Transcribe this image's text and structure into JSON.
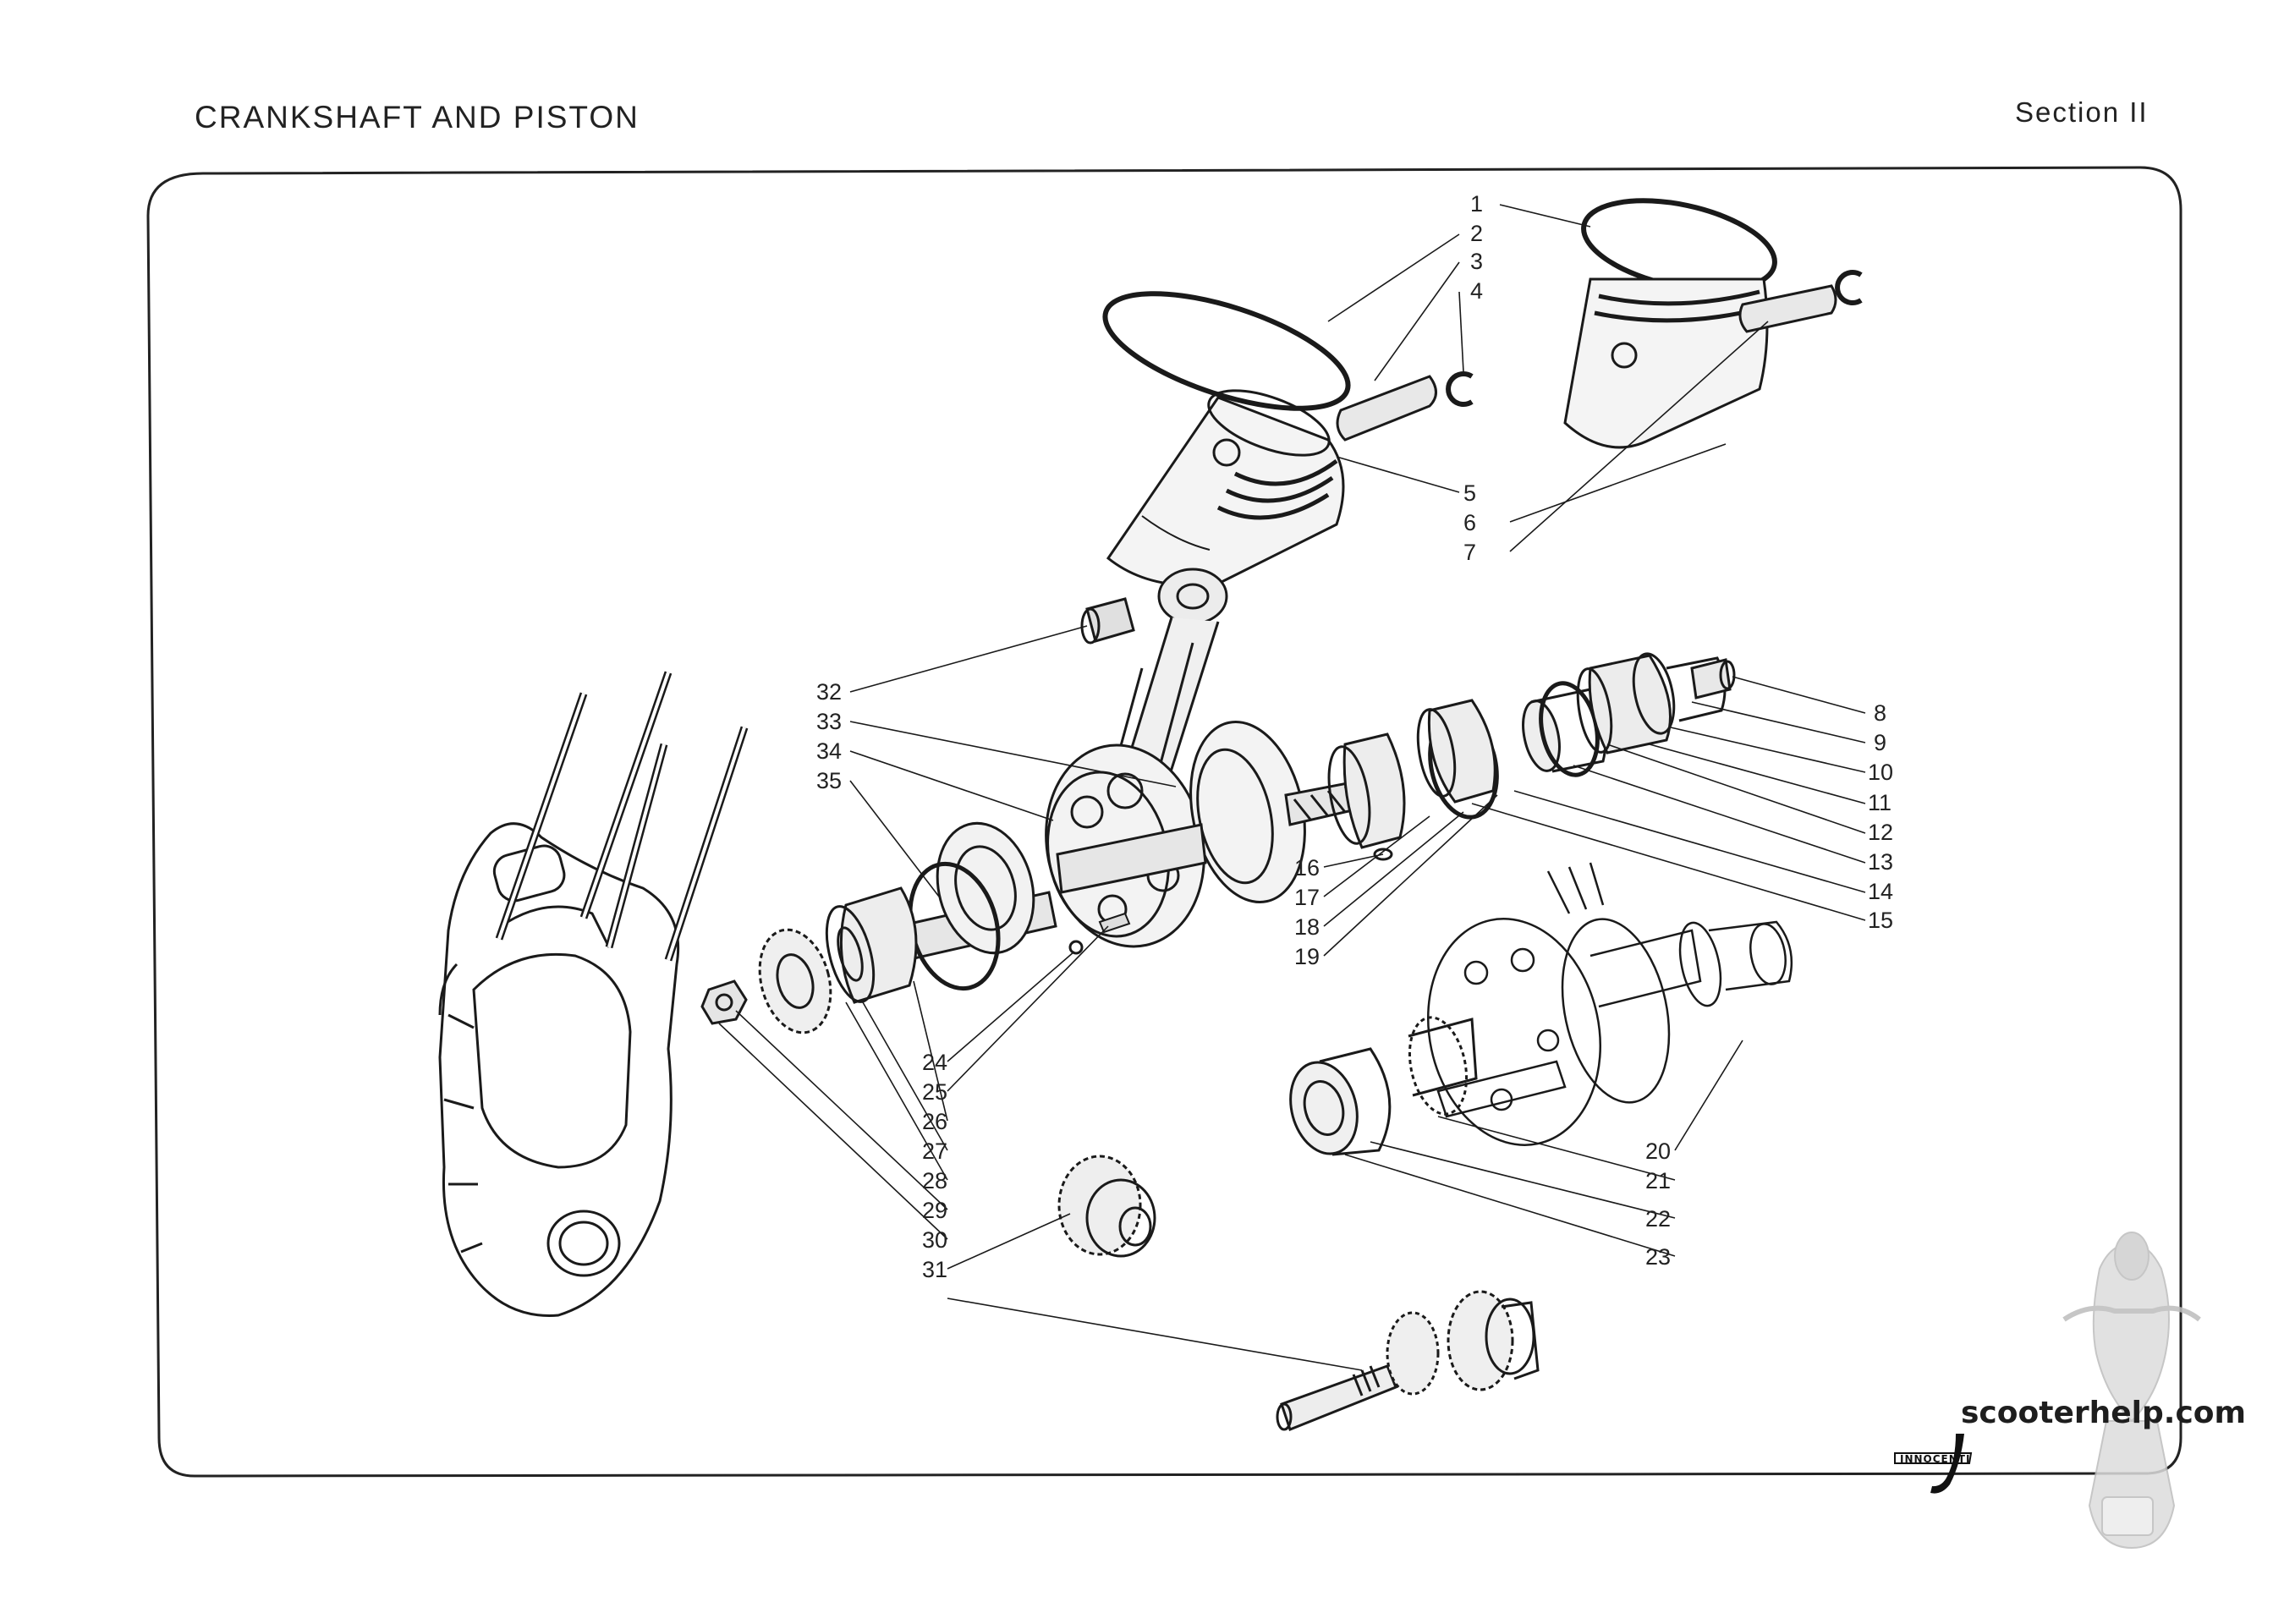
{
  "header": {
    "title": "CRANKSHAFT AND PISTON",
    "section": "Section II"
  },
  "diagram": {
    "callouts": [
      "1",
      "2",
      "3",
      "4",
      "5",
      "6",
      "7",
      "8",
      "9",
      "10",
      "11",
      "12",
      "13",
      "14",
      "15",
      "16",
      "17",
      "18",
      "19",
      "20",
      "21",
      "22",
      "23",
      "24",
      "25",
      "26",
      "27",
      "28",
      "29",
      "30",
      "31",
      "32",
      "33",
      "34",
      "35"
    ]
  },
  "footer": {
    "brand_logo": "INNOCENTI",
    "watermark": "scooterhelp.com"
  },
  "colors": {
    "ink": "#1a1a1a",
    "paper": "#ffffff",
    "frame": "#222222"
  },
  "icons": [
    "piston-icon",
    "piston-ring-icon",
    "gudgeon-pin-icon",
    "circlip-icon",
    "connecting-rod-icon",
    "crankshaft-icon",
    "bearing-icon",
    "gear-icon",
    "crankcase-icon",
    "scooter-watermark-icon"
  ]
}
